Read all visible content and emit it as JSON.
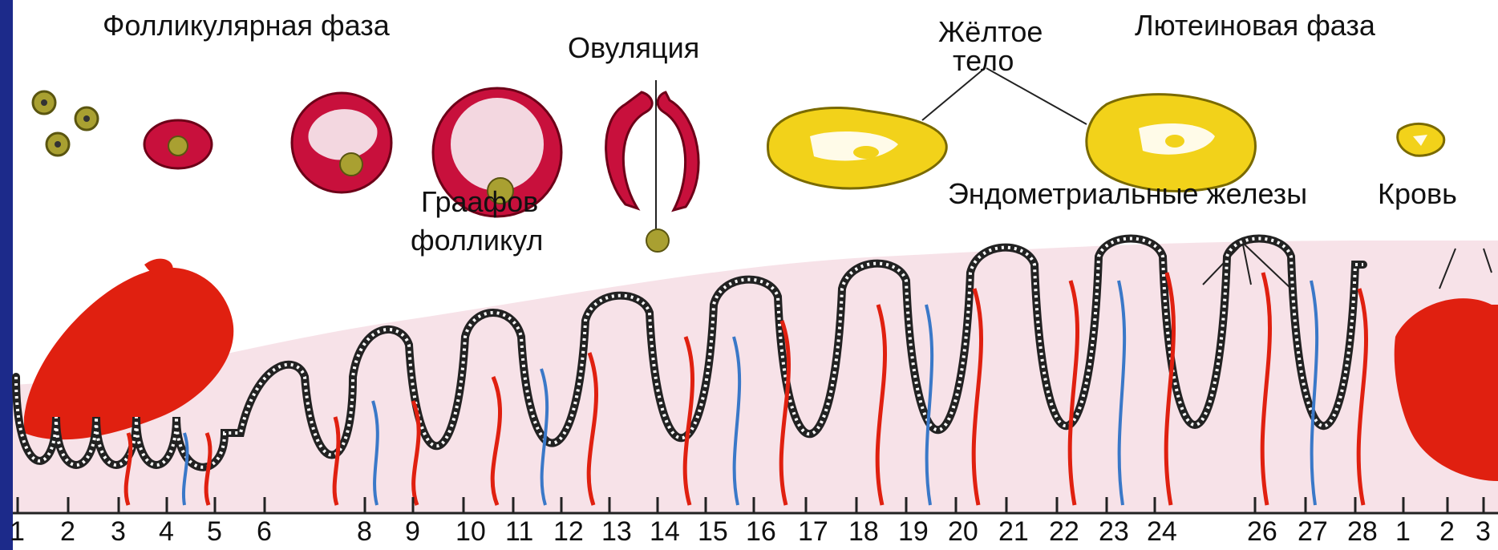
{
  "labels": {
    "follicular_phase": "Фолликулярная фаза",
    "ovulation": "Овуляция",
    "corpus_luteum_line1": "Жёлтое",
    "corpus_luteum_line2": "тело",
    "luteal_phase": "Лютеиновая фаза",
    "graafian_line1": "Граафов",
    "graafian_line2": "фолликул",
    "endometrial_glands": "Эндометриальные железы",
    "blood": "Кровь"
  },
  "day_numbers": [
    "1",
    "2",
    "3",
    "4",
    "5",
    "6",
    "8",
    "9",
    "10",
    "11",
    "12",
    "13",
    "14",
    "15",
    "16",
    "17",
    "18",
    "19",
    "20",
    "21",
    "22",
    "23",
    "24",
    "26",
    "27",
    "28",
    "1",
    "2",
    "3"
  ],
  "colors": {
    "frame": "#1c2a8a",
    "follicle_red": "#c8103c",
    "follicle_inner": "#f3d7e0",
    "oocyte": "#a9a031",
    "corpus_luteum": "#f2d21a",
    "artery": "#e02010",
    "vein": "#3a78c8",
    "stroma": "#f6dde4"
  }
}
